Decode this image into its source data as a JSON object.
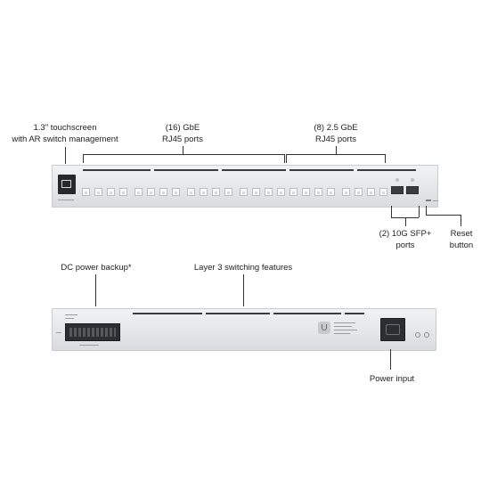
{
  "front": {
    "touchscreen_label": [
      "1.3\" touchscreen",
      "with AR switch management"
    ],
    "gbe_label": [
      "(16) GbE",
      "RJ45 ports"
    ],
    "gbe25_label": [
      "(8) 2.5 GbE",
      "RJ45 ports"
    ],
    "sfp_label": [
      "(2) 10G SFP+",
      "ports"
    ],
    "reset_label": [
      "Reset",
      "button"
    ],
    "gbe_port_count": 16,
    "gbe25_port_count": 8,
    "sfp_port_count": 2
  },
  "rear": {
    "dc_label": "DC power backup*",
    "l3_label": "Layer 3 switching features",
    "power_label": "Power input"
  }
}
